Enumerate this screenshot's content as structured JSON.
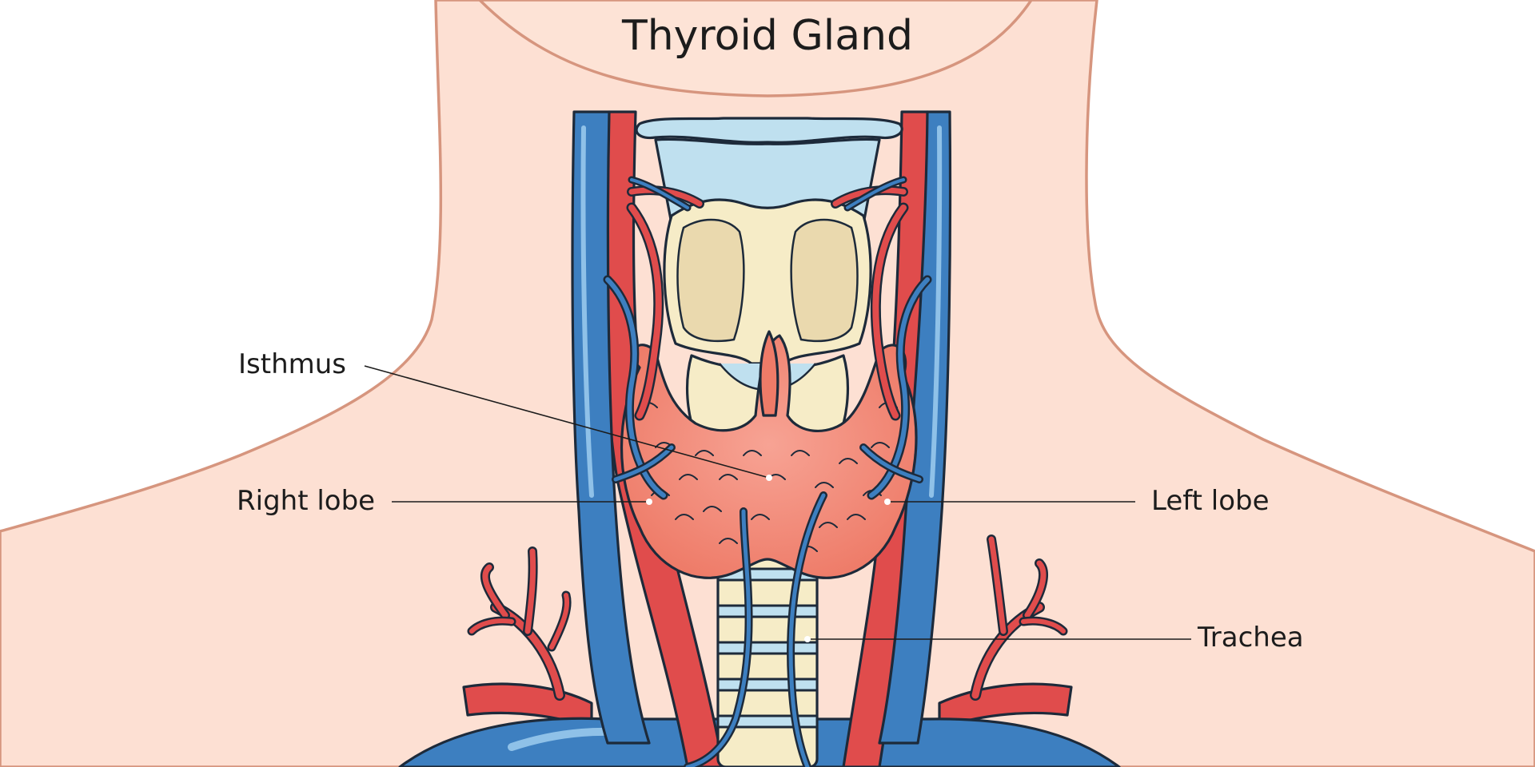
{
  "title": "Thyroid Gland",
  "labels": {
    "isthmus": "Isthmus",
    "right_lobe": "Right lobe",
    "left_lobe": "Left lobe",
    "trachea": "Trachea"
  },
  "colors": {
    "skin": "#fde0d3",
    "skin_outline": "#d6957e",
    "vein": "#3d7fc0",
    "artery": "#e04c4c",
    "thyroid": "#f28a78",
    "cartilage": "#f6ecc7",
    "thyroid_cartilage": "#ead9ae",
    "hyoid": "#bfe0ef"
  },
  "icons": [
    "thyroid-gland-illustration"
  ]
}
